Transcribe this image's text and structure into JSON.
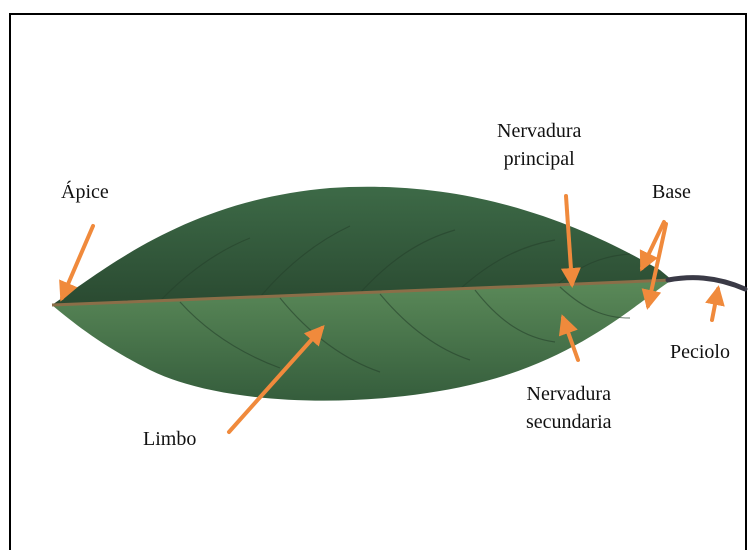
{
  "colors": {
    "arrow": "#f08a3c",
    "frame": "#000000",
    "leaf_upper": "#2f5537",
    "leaf_lower": "#4f7a4a",
    "midrib": "#8b6e48",
    "petiole": "#3a3a46"
  },
  "labels": {
    "apex": "Ápice",
    "main_vein_line1": "Nervadura",
    "main_vein_line2": "principal",
    "base": "Base",
    "petiole": "Peciolo",
    "blade": "Limbo",
    "secondary_vein_line1": "Nervadura",
    "secondary_vein_line2": "secundaria"
  }
}
